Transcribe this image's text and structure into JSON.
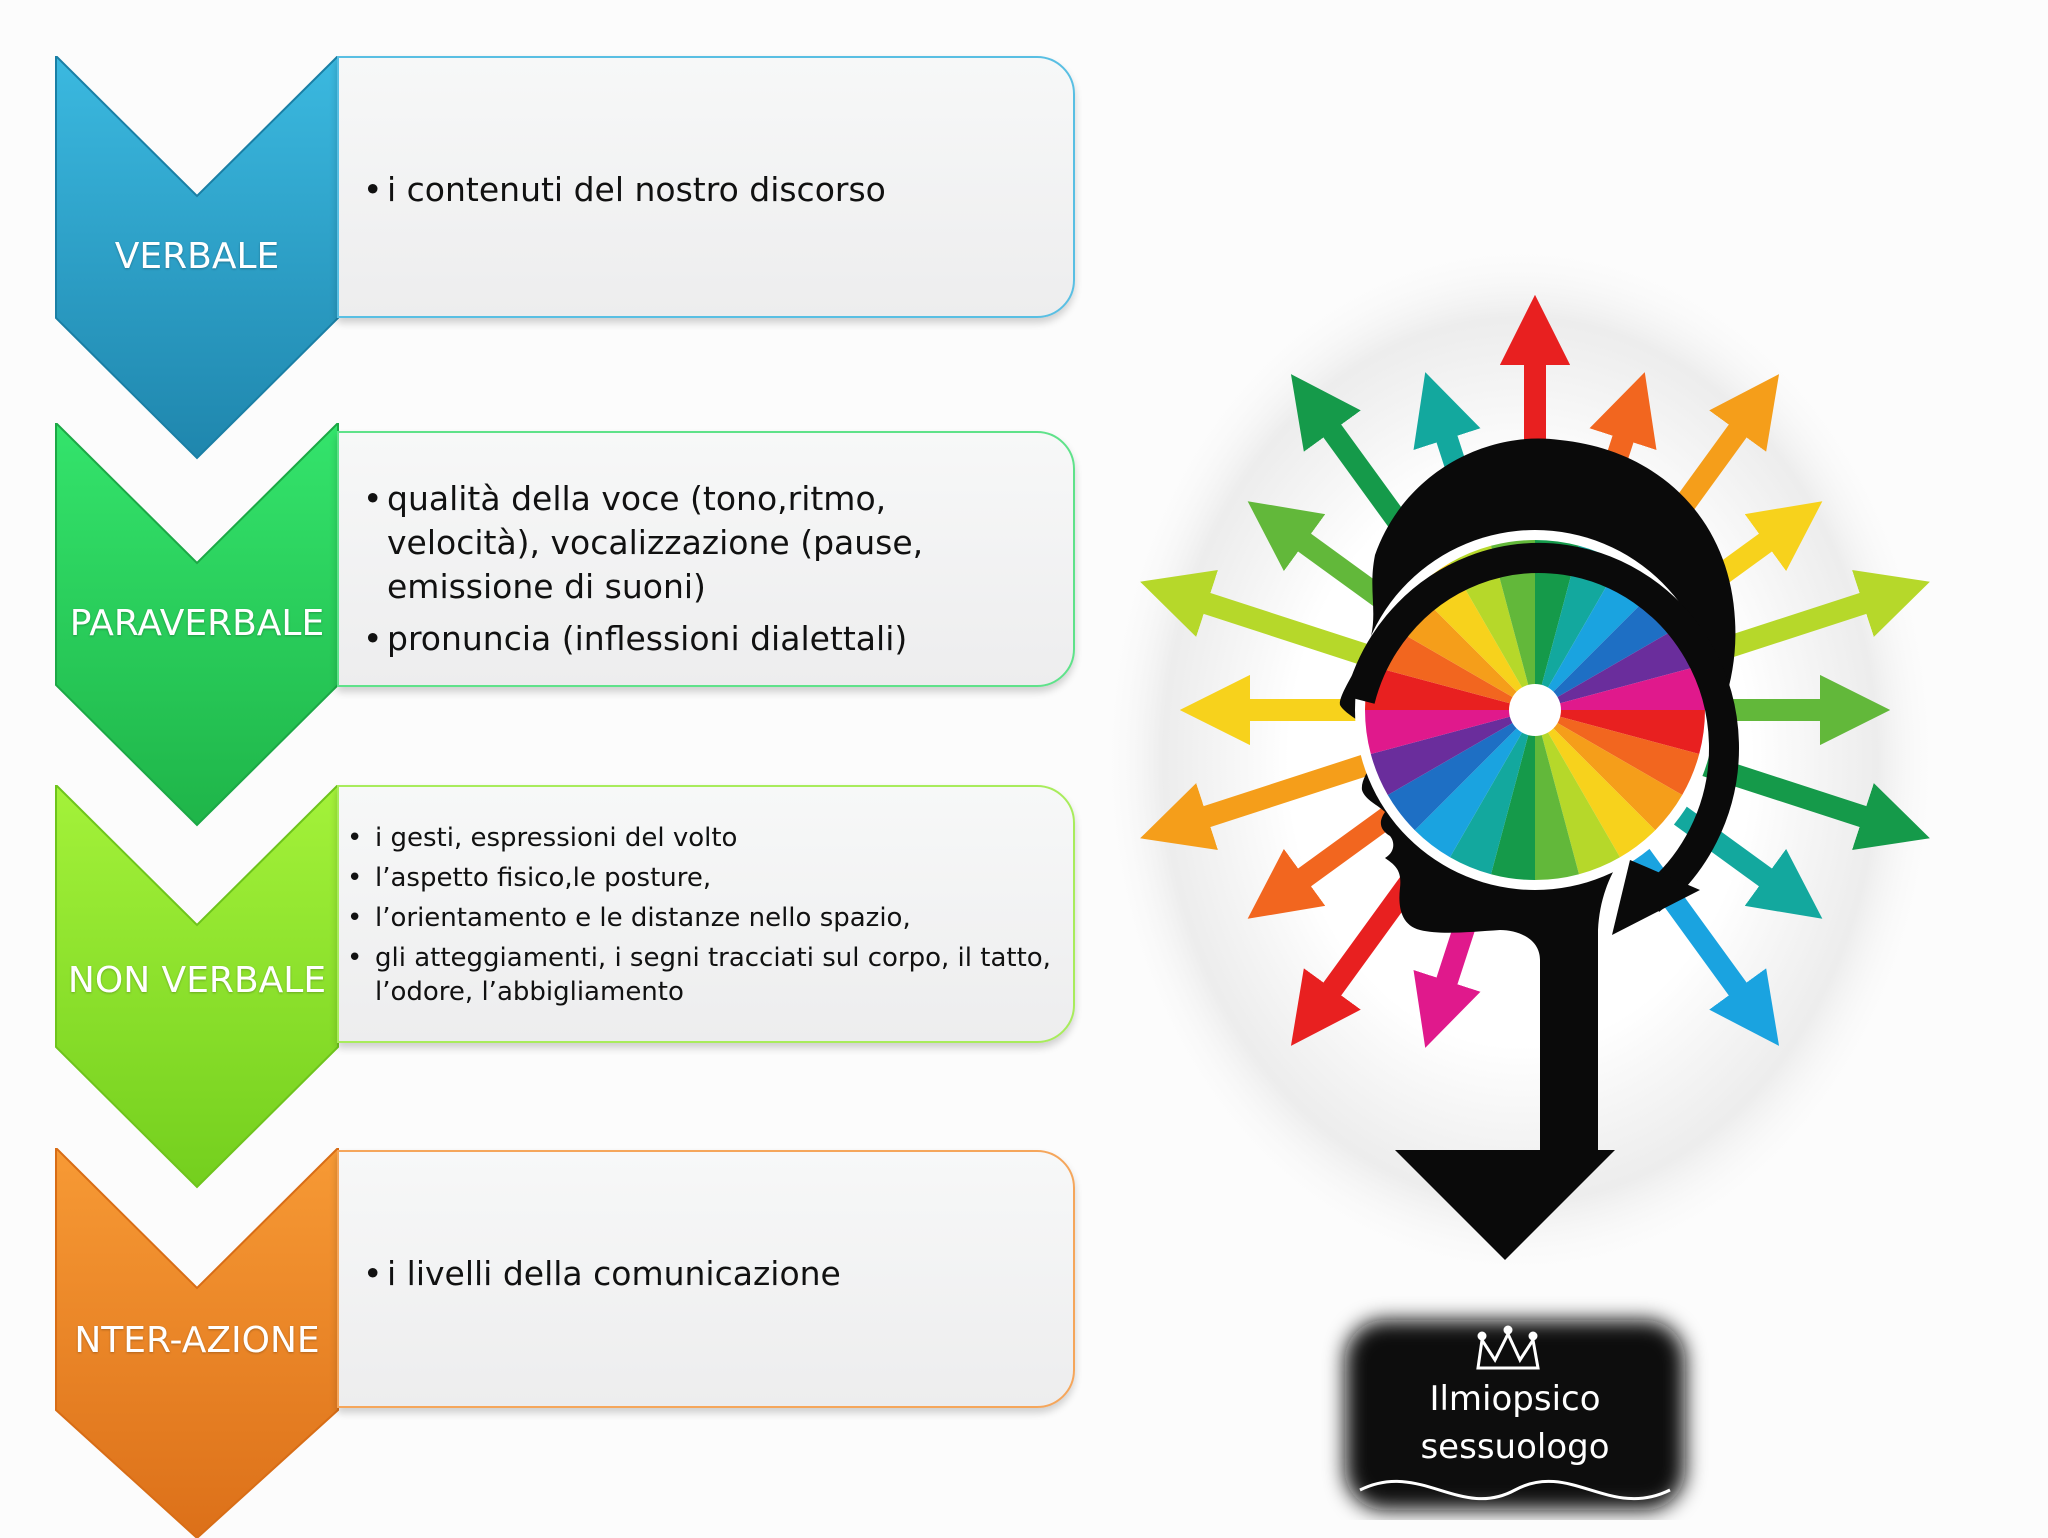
{
  "rows": [
    {
      "label": "VERBALE",
      "color": "#2fa9cf",
      "items": [
        "i contenuti del nostro discorso"
      ]
    },
    {
      "label": "PARAVERBALE",
      "color": "#29d35a",
      "items": [
        "qualità della voce  (tono,ritmo, velocità), vocalizzazione (pause, emissione di suoni)",
        "pronuncia (inflessioni dialettali)"
      ]
    },
    {
      "label": "NON VERBALE",
      "color": "#8ee82b",
      "items": [
        "i gesti, espressioni del volto",
        "l’aspetto fisico,le posture,",
        " l’orientamento e le distanze nello spazio,",
        " gli atteggiamenti, i segni tracciati sul corpo, il tatto, l’odore, l’abbigliamento"
      ]
    },
    {
      "label": "NTER-AZIONE",
      "color": "#f2862a",
      "items": [
        "i livelli della comunicazione"
      ]
    }
  ],
  "logo": {
    "line1": "Ilmiopsico",
    "line2": "sessuologo"
  },
  "arrow_colors": [
    "#e82020",
    "#f2661f",
    "#f59e1a",
    "#f7d21c",
    "#b6d82a",
    "#62b83a",
    "#159a4a",
    "#13a89e",
    "#1aa3e0",
    "#1e6fc4",
    "#6a2d9c",
    "#e0198c"
  ]
}
